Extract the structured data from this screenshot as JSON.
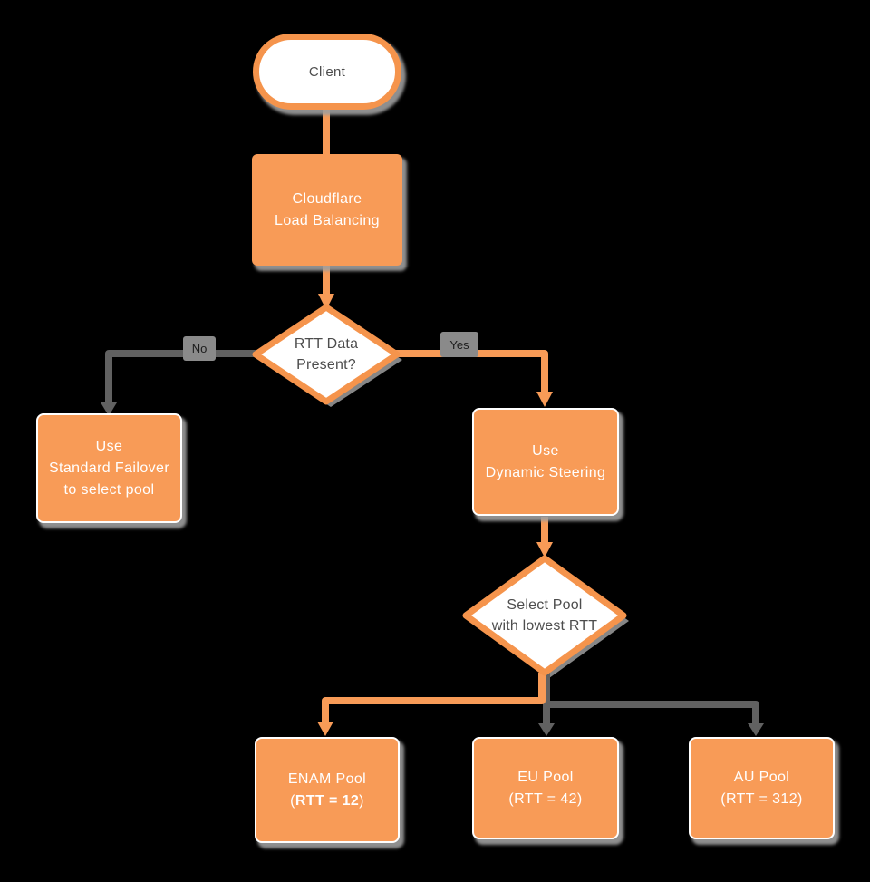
{
  "colors": {
    "bg": "#000000",
    "orange": "#F89B57",
    "orange-border": "#F5944C",
    "white": "#FFFFFF",
    "shadow": "#9E9E9E",
    "wire-gray": "#616161",
    "node-text-dark": "#4D4D4D",
    "label-badge-bg": "#8A8A8A",
    "label-text": "#1C1C1C"
  },
  "diagram": {
    "nodes": {
      "client": {
        "label": "Client",
        "shape": "stadium"
      },
      "load_balancing": {
        "line1": "Cloudflare",
        "line2": "Load Balancing",
        "shape": "rect"
      },
      "rtt_present": {
        "line1": "RTT Data",
        "line2": "Present?",
        "shape": "diamond"
      },
      "standard_failover": {
        "line1": "Use",
        "line2": "Standard Failover",
        "line3": "to select pool",
        "shape": "rect"
      },
      "dynamic_steering": {
        "line1": "Use",
        "line2": "Dynamic Steering",
        "shape": "rect"
      },
      "select_pool": {
        "line1": "Select Pool",
        "line2": "with lowest RTT",
        "shape": "diamond"
      },
      "enam_pool": {
        "line1": "ENAM Pool",
        "line2_open": "(",
        "line2_bold": "RTT = 12",
        "line2_close": ")",
        "shape": "rect"
      },
      "eu_pool": {
        "line1": "EU Pool",
        "line2": "(RTT = 42)",
        "shape": "rect"
      },
      "au_pool": {
        "line1": "AU Pool",
        "line2": "(RTT = 312)",
        "shape": "rect"
      }
    },
    "edge_labels": {
      "no": "No",
      "yes": "Yes"
    },
    "edges": [
      {
        "from": "client",
        "to": "load_balancing",
        "color": "orange"
      },
      {
        "from": "load_balancing",
        "to": "rtt_present",
        "color": "orange"
      },
      {
        "from": "rtt_present",
        "to": "standard_failover",
        "label": "No",
        "color": "gray"
      },
      {
        "from": "rtt_present",
        "to": "dynamic_steering",
        "label": "Yes",
        "color": "orange"
      },
      {
        "from": "dynamic_steering",
        "to": "select_pool",
        "color": "orange"
      },
      {
        "from": "select_pool",
        "to": "enam_pool",
        "color": "orange"
      },
      {
        "from": "select_pool",
        "to": "eu_pool",
        "color": "gray"
      },
      {
        "from": "select_pool",
        "to": "au_pool",
        "color": "gray"
      }
    ]
  }
}
